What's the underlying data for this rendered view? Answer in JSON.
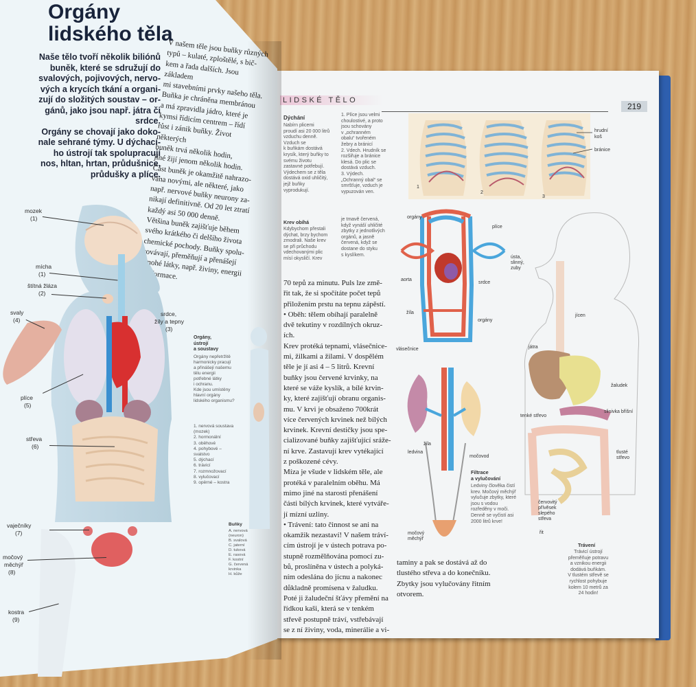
{
  "left_page": {
    "title": [
      "Orgány",
      "lidského těla"
    ],
    "intro": [
      "Naše tělo tvoří několik biliónů",
      "buněk, které se sdružují do",
      "svalových, pojivových, nervo-",
      "vých a krycích tkání a organi-",
      "zují do složitých soustav – or-",
      "gánů, jako jsou např. játra či",
      "srdce.",
      "Orgány se chovají jako doko-",
      "nale sehrané týmy. U dýchací-",
      "ho ústrojí tak spolupracují",
      "nos, hltan, hrtan, průdušnice,",
      "průdušky a plíce."
    ],
    "body": [
      "V našem těle jsou buňky různých",
      "typů – kulaté, zploštělé, s bič-",
      "kem a řada dalších. Jsou základem",
      "mi stavebními prvky našeho těla.",
      "Buňka je chráněna membránou",
      "a má zpravidla jádro, které je",
      "kymsi řídicím centrem – řídí",
      "růst i zánik buňky. Život některých",
      "buněk trvá několik hodin,",
      "jiné žijí jenom několik hodin.",
      "Část buněk je okamžitě nahrazo-",
      "vána novými, ale některé, jako",
      "např. nervové buňky neurony za-",
      "nikají definitivně. Od 20 let ztratí",
      "každý asi 50 000 denně.",
      "Většina buněk zajišťuje během",
      "svého krátkého či delšího života",
      "chemické pochody. Buňky spolu-",
      "covávají, přeměňují a přenášejí",
      "mnohé látky, např. živiny, energii",
      "a informace."
    ],
    "labels": {
      "mozek": "mozek",
      "mozek_n": "(1)",
      "micha": "mícha",
      "micha_n": "(1)",
      "stitna": "štítná žláza",
      "stitna_n": "(2)",
      "svaly": "svaly",
      "svaly_n": "(4)",
      "srdce": "srdce,",
      "srdce2": "žíly a tepny",
      "srdce_n": "(3)",
      "plice": "plíce",
      "plice_n": "(5)",
      "streva": "střeva",
      "streva_n": "(6)",
      "vajecniky": "vaječníky",
      "vajecniky_n": "(7)",
      "mocovy": "močový",
      "mocovy2": "měchýř",
      "mocovy_n": "(8)",
      "kostra": "kostra",
      "kostra_n": "(9)"
    },
    "sidebox_title": [
      "Orgány,",
      "ústrojí",
      "a soustavy"
    ],
    "sidebox_text": [
      "Orgány nepřetržitě",
      "harmonicky pracují",
      "a přinášejí našemu",
      "tělu energii",
      "potřebné látky",
      "i ochranu.",
      "Kde jsou umístěny",
      "hlavní orgány",
      "lidského organismu?"
    ],
    "sidebox_list": [
      "1. nervová soustava",
      "(mozek)",
      "2. hormonální",
      "3. oběhové",
      "4. pohybové –",
      "svalstvo",
      "5. dýchací",
      "6. trávicí",
      "7. rozmnožovací",
      "8. vylučovací",
      "9. opěrné – kostra"
    ],
    "bunky_title": "Buňky",
    "bunky_list": [
      "A. nervová",
      "(neuron)",
      "B. svalová",
      "C. jaterní",
      "D. tuková",
      "E. rasová",
      "F. kostní",
      "G. červená",
      "krvinka",
      "H. kůže"
    ]
  },
  "right_page": {
    "header": "LIDSKÉ TĚLO",
    "page_number": "219",
    "dychani_title": "Dýchání",
    "dychani_text": [
      "Nabírn plicemi",
      "proudí asi 20 000 litrů",
      "vzduchu denně.",
      "Vzduch se",
      "k buňkám dostává",
      "krysík, který buňky to",
      "svému životu",
      "zastavné potřebují.",
      "Výdechem se z těla",
      "dostává oxid uhličitý,",
      "jejž buňky",
      "vyprodukují."
    ],
    "dychani_text2": [
      "1. Plíce jsou velmi",
      "choulostivé, a proto",
      "jsou schovány",
      "v „ochranném",
      "obalu“ tvořeném",
      "žebry a bránicí",
      "2. Vdech. Hrudník se",
      "rozšiřuje a bránice",
      "klesá. Do plic se",
      "dostává vzduch.",
      "3. Výdech.",
      "„Ochranný obal“ se",
      "smršťuje, vzduch je",
      "vypuzován ven."
    ],
    "lung_labels": {
      "hrudni": "hrudní",
      "kos": "koš",
      "branice": "bránice",
      "n1": "1",
      "n2": "2",
      "n3": "3"
    },
    "krev_title": "Krev obíhá",
    "krev_text": [
      "Kdybychom přestali",
      "dýchat, brzy bychom",
      "zmodrali. Naše krev",
      "se při průchodu",
      "vdechovanými plic",
      "mísí okysličí. Krev"
    ],
    "krev_text2": [
      "je tmavě červená,",
      "když vynáší uhličité",
      "zbytky z jednotlivých",
      "orgánů, a jasně",
      "červená, když se",
      "dostane do styku",
      "s kyslíkem."
    ],
    "circ_labels": {
      "organy": "orgány",
      "plice": "plíce",
      "aorta": "aorta",
      "srdce": "srdce",
      "zila": "žíla",
      "organy2": "orgány",
      "vlasecnice": "vlásečnice"
    },
    "body_text": [
      "70 tepů za minutu. Puls lze změ-",
      "řit tak, že si spočítáte počet tepů",
      "přiložením prstu na tepnu zápěstí.",
      "• Oběh: tělem obíhají paralelně",
      "dvě tekutiny v rozdílných okruz-",
      "ích.",
      "Krev protéká tepnami, vlásečnice-",
      "mi, žilkami a žilami. V dospělém",
      "těle je jí asi 4 – 5 litrů. Krevní",
      "buňky jsou červené krvinky, na",
      "které se váže kyslík, a bílé krvin-",
      "ky, které zajišťují obranu organis-",
      "mu. V krvi je obsaženo 700krát",
      "více červených krvinek než bílých",
      "krvinek. Krevní destičky jsou spe-",
      "cializované buňky zajišťující sráže-",
      "ní krve. Zastavují krev vytékající",
      "z poškozené cévy.",
      "Míza je všude v lidském těle, ale",
      "protéká v paralelním oběhu. Má",
      "mimo jiné na starosti přenášení",
      "části bílých krvinek, které vytváře-",
      "jí mízní uzliny.",
      "• Trávení: tato činnost se ani na",
      "okamžik nezastaví! V našem tráví-",
      "cím ústrojí je v ústech potrava po-",
      "stupně rozmělňována pomocí zu-",
      "bů, proslíněna v ústech a polyká-",
      "ním odeslána do jícnu a nakonec",
      "důkladně promísena v žaludku.",
      "Poté ji žaludeční šťávy přemění na",
      "řídkou kaši, která se v tenkém",
      "střevě postupně tráví, vstřebávají",
      "se z ní živiny, voda, minerálie a vi-"
    ],
    "body_text2": [
      "taminy a pak se dostává až do",
      "tlustého střeva a do konečníku.",
      "Zbytky jsou vylučovány řitním",
      "otvorem."
    ],
    "kidney_labels": {
      "ledvina": "ledvina",
      "zila": "žíla",
      "mocovod": "močovod",
      "mocovy": "močový",
      "mechyr": "měchýř"
    },
    "filtrace_title": [
      "Filtrace",
      "a vylučování"
    ],
    "filtrace_text": [
      "Ledviny člověka čistí",
      "krev. Močový měchýř",
      "vylučuje zbytky, které",
      "jsou s vodou",
      "rozředěny v moči.",
      "Denně se vyčistí asi",
      "2000 litrů krve!"
    ],
    "digest_labels": {
      "usta": "ústa,",
      "slinny": "slinný,",
      "zuby": "zuby",
      "jicen": "jícen",
      "jatra": "játra",
      "zaludek": "žaludek",
      "slinivka": "slinivka břišní",
      "tenke": "tenké střevo",
      "tluste": "tlusté",
      "strevo": "střevo",
      "cervovity": "červovitý",
      "privesek": "přívěsek",
      "slepeho": "slepého",
      "streva": "střeva",
      "rit": "řit"
    },
    "traveni_title": "Trávení",
    "traveni_text": [
      "Trávicí ústrojí",
      "přeměňuje potravu",
      "a vznikou energii",
      "dodává buňkám.",
      "V tlustém střevě se",
      "rychlost pohybuje",
      "kolem 10 metrů za",
      "24 hodin!"
    ]
  }
}
